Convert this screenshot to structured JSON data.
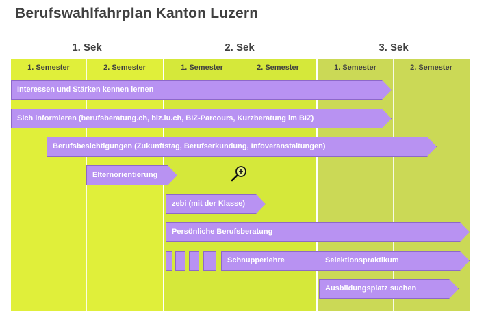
{
  "title": "Berufswahlfahrplan Kanton Luzern",
  "years": [
    {
      "label": "1. Sek",
      "sem1": "1. Semester",
      "sem2": "2.  Semester"
    },
    {
      "label": "2. Sek",
      "sem1": "1. Semester",
      "sem2": "2. Semester"
    },
    {
      "label": "3. Sek",
      "sem1": "1. Semester",
      "sem2": "2. Semester"
    }
  ],
  "bars": {
    "interessen": "Interessen und Stärken kennen lernen",
    "informieren": "Sich informieren (berufsberatung.ch, biz.lu.ch, BIZ-Parcours, Kurzberatung im BIZ)",
    "besichtigungen": "Berufsbesichtigungen (Zukunftstag, Berufserkundung, Infoveranstaltungen)",
    "eltern": "Elternorientierung",
    "zebi": "zebi (mit der Klasse)",
    "beratung": "Persönliche Berufsberatung",
    "schnupperlehre": "Schnupperlehre",
    "selektion": "Selektionspraktikum",
    "ausbildung": "Ausbildungsplatz suchen"
  },
  "colors": {
    "sek1": "#e0ef3a",
    "sek2": "#d5e83a",
    "sek3": "#cbd956",
    "bar": "#b892f2",
    "bar_border": "#8d68c9"
  },
  "icons": {
    "zoom": "zoom-in-icon"
  }
}
